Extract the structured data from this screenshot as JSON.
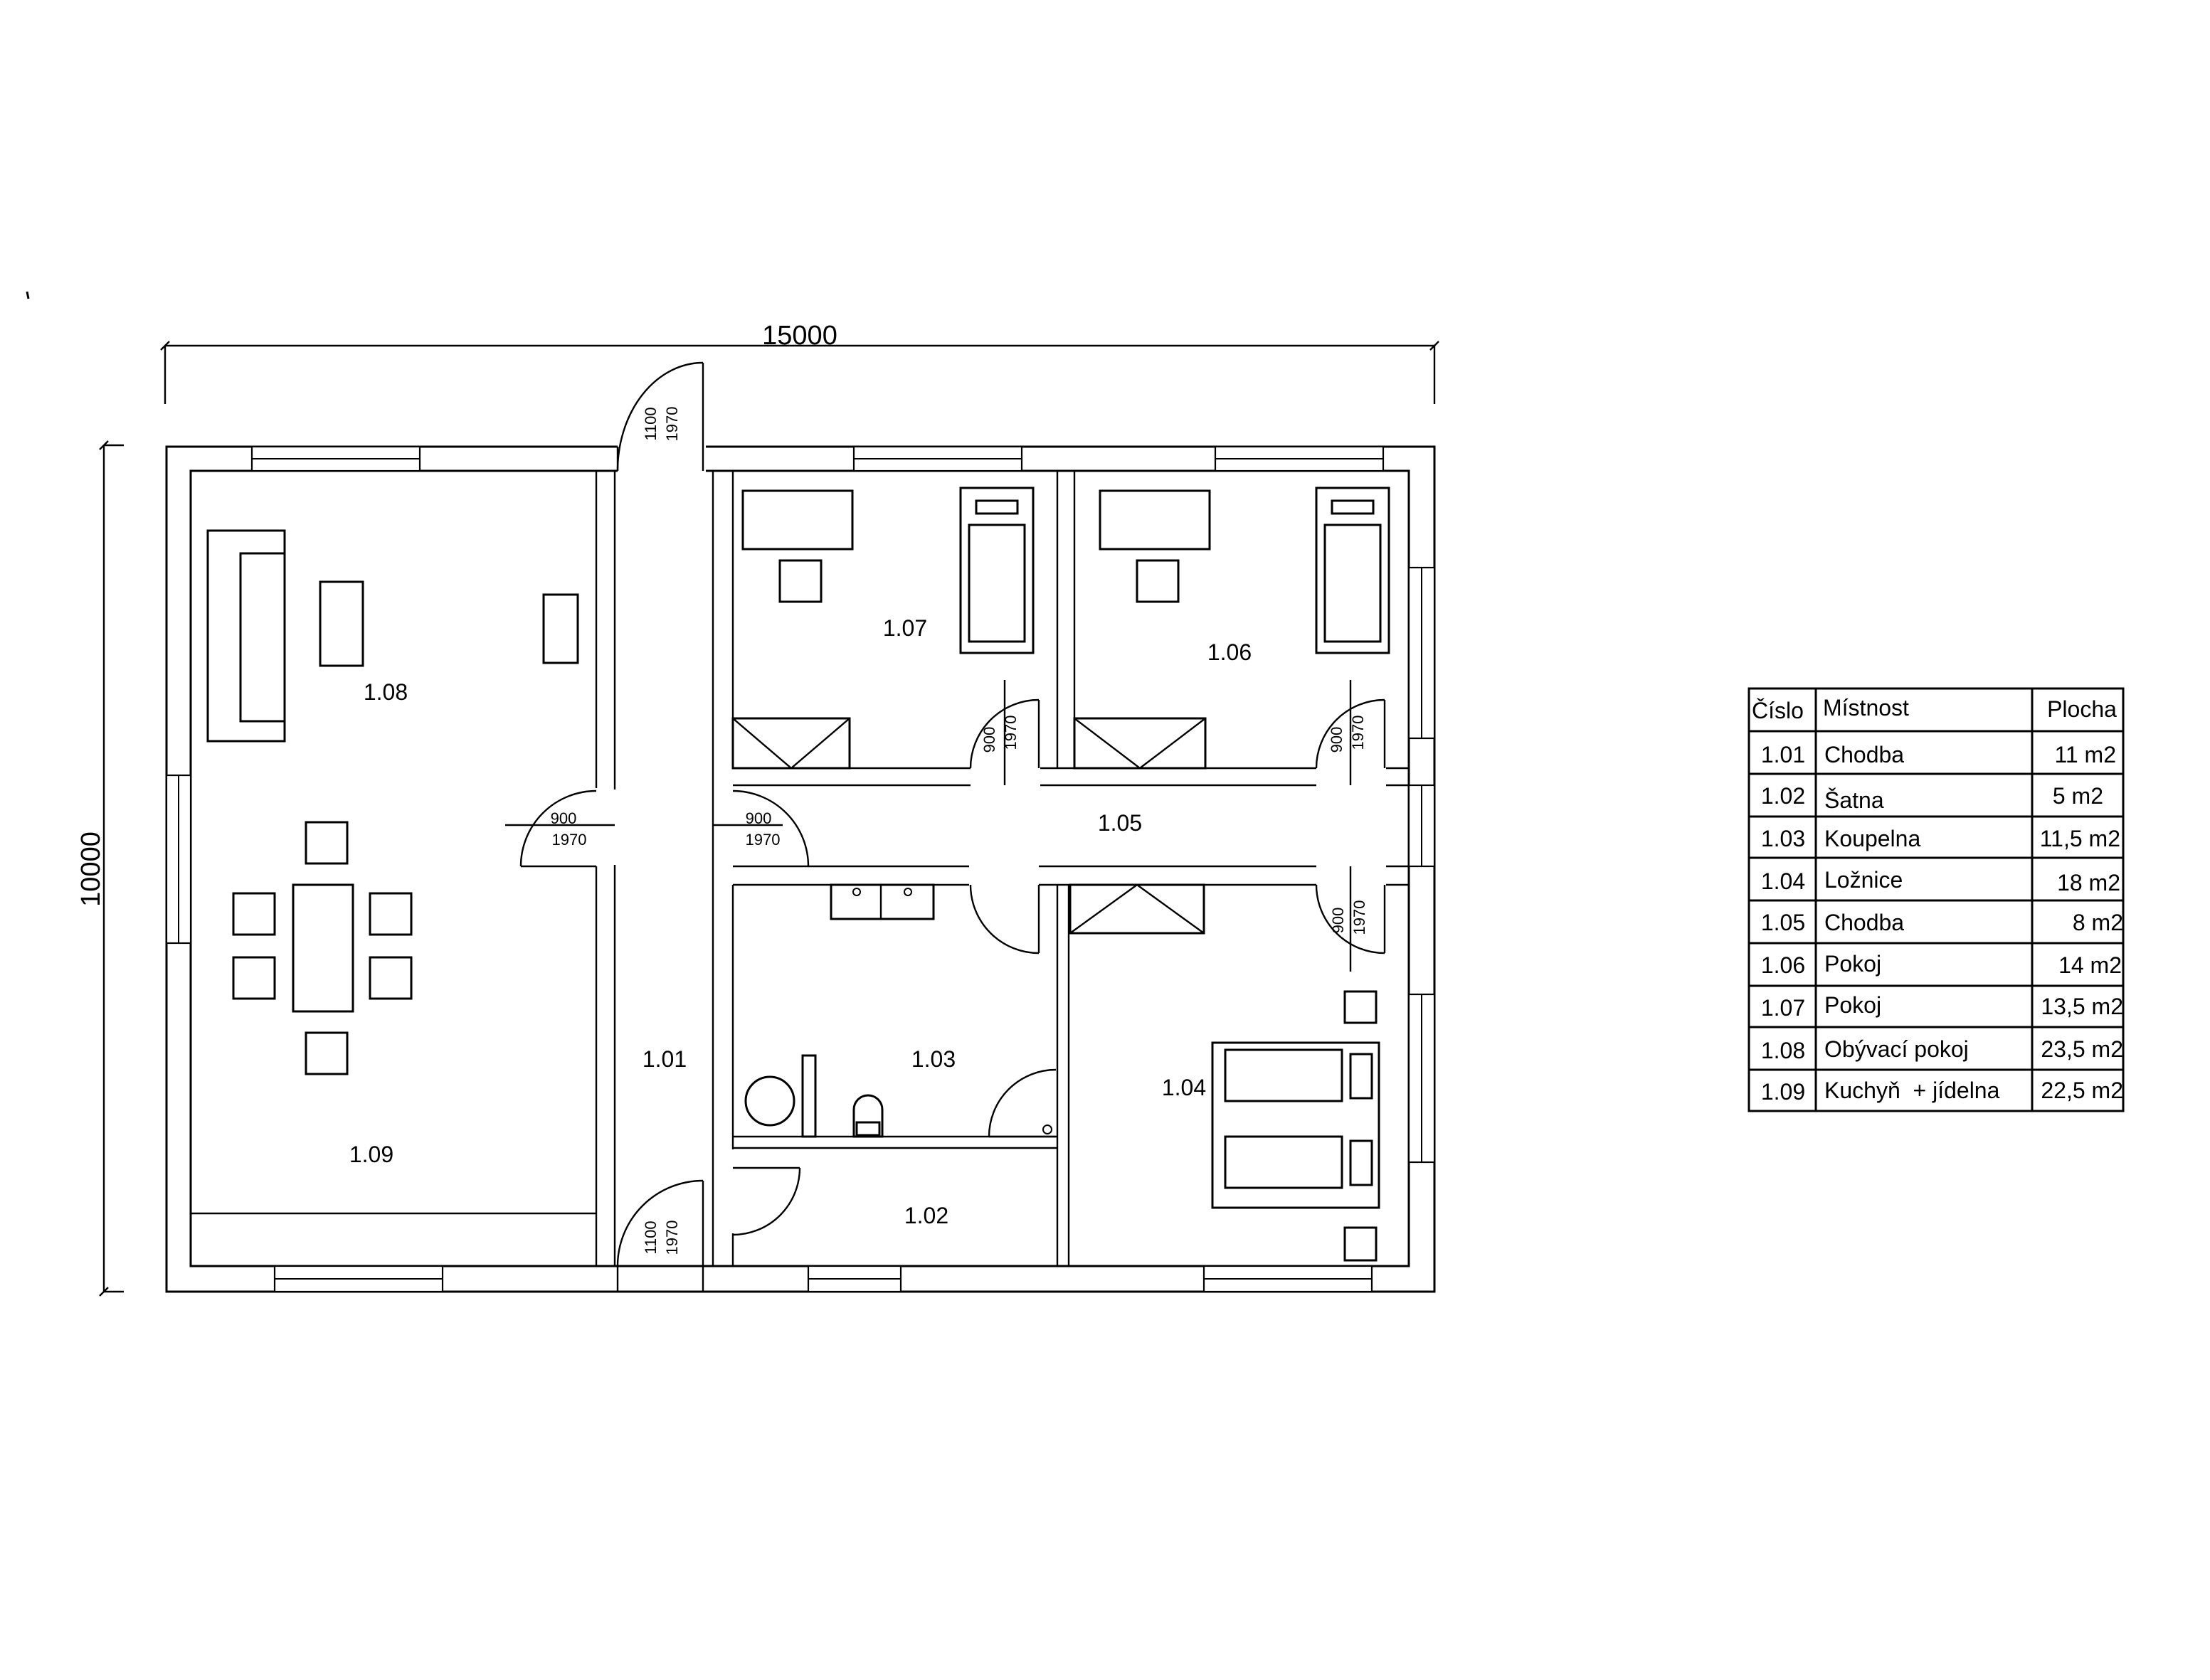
{
  "dimensions": {
    "width": "15000",
    "height": "10000"
  },
  "rooms": [
    {
      "id": "1.01"
    },
    {
      "id": "1.02"
    },
    {
      "id": "1.03"
    },
    {
      "id": "1.04"
    },
    {
      "id": "1.05"
    },
    {
      "id": "1.06"
    },
    {
      "id": "1.07"
    },
    {
      "id": "1.08"
    },
    {
      "id": "1.09"
    }
  ],
  "doors": {
    "entrance": {
      "width": "1100",
      "height": "1970"
    },
    "interior": {
      "width": "900",
      "height": "1970"
    }
  },
  "room_table": {
    "headers": [
      "Číslo",
      "Místnost",
      "Plocha"
    ],
    "rows": [
      {
        "number": "1.01",
        "name": "Chodba",
        "area": "11 m2"
      },
      {
        "number": "1.02",
        "name": "Šatna",
        "area": "5 m2"
      },
      {
        "number": "1.03",
        "name": "Koupelna",
        "area": "11,5 m2"
      },
      {
        "number": "1.04",
        "name": "Ložnice",
        "area": "18 m2"
      },
      {
        "number": "1.05",
        "name": "Chodba",
        "area": "8 m2"
      },
      {
        "number": "1.06",
        "name": "Pokoj",
        "area": "14 m2"
      },
      {
        "number": "1.07",
        "name": "Pokoj",
        "area": "13,5 m2"
      },
      {
        "number": "1.08",
        "name": "Obývací pokoj",
        "area": "23,5 m2"
      },
      {
        "number": "1.09",
        "name": "Kuchyň  + jídelna",
        "area": "22,5 m2"
      }
    ]
  }
}
